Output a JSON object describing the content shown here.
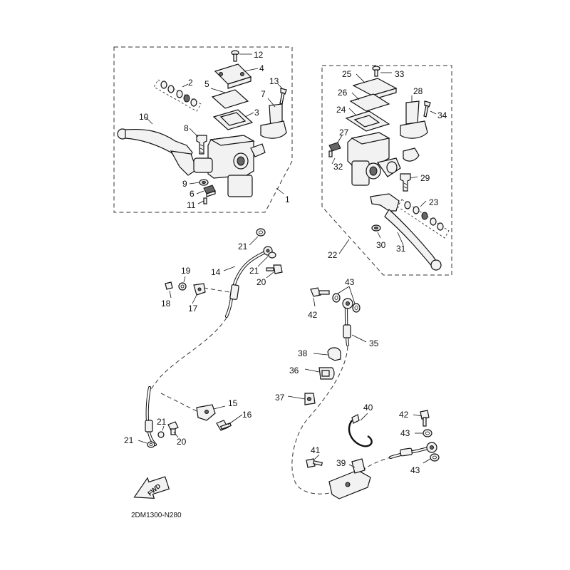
{
  "diagram": {
    "caption": "2DM1300-N280",
    "forward_badge": "FWD",
    "callouts": {
      "c1": "1",
      "c2": "2",
      "c3": "3",
      "c4": "4",
      "c5": "5",
      "c6": "6",
      "c7": "7",
      "c8": "8",
      "c9": "9",
      "c10": "10",
      "c11": "11",
      "c12": "12",
      "c13": "13",
      "c14": "14",
      "c15": "15",
      "c16": "16",
      "c17": "17",
      "c18": "18",
      "c19": "19",
      "c20a": "20",
      "c20b": "20",
      "c21a": "21",
      "c21b": "21",
      "c21c": "21",
      "c21d": "21",
      "c22": "22",
      "c23": "23",
      "c24": "24",
      "c25": "25",
      "c26": "26",
      "c27": "27",
      "c28": "28",
      "c29": "29",
      "c30": "30",
      "c31": "31",
      "c32": "32",
      "c33": "33",
      "c34": "34",
      "c35": "35",
      "c36": "36",
      "c37": "37",
      "c38": "38",
      "c39": "39",
      "c40": "40",
      "c41": "41",
      "c42a": "42",
      "c42b": "42",
      "c43a": "43",
      "c43b": "43",
      "c43c": "43"
    }
  }
}
